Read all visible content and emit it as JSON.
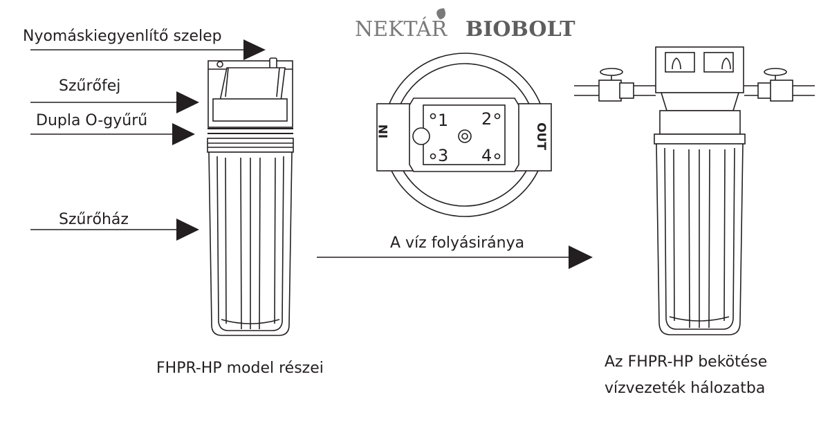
{
  "brand": {
    "part1": "NEKTÁR",
    "part2": "BIOBOLT"
  },
  "labels": {
    "pressure_valve": "Nyomáskiegyenlítő szelep",
    "filter_head": "Szűrőfej",
    "double_o_ring": "Dupla O-gyűrű",
    "filter_housing": "Szűrőház",
    "flow_direction": "A víz folyásiránya",
    "model_parts": "FHPR-HP model részei",
    "connection_line1": "Az FHPR-HP bekötése",
    "connection_line2": "vízvezeték hálozatba"
  },
  "head": {
    "in_label": "IN",
    "out_label": "OUT",
    "ports": [
      "1",
      "2",
      "3",
      "4"
    ]
  },
  "colors": {
    "ink": "#231f20",
    "logo_light": "#7a7a7a",
    "logo_dark": "#5e5e5e"
  },
  "icons": [
    "arrow-right-icon",
    "leaf-icon"
  ]
}
